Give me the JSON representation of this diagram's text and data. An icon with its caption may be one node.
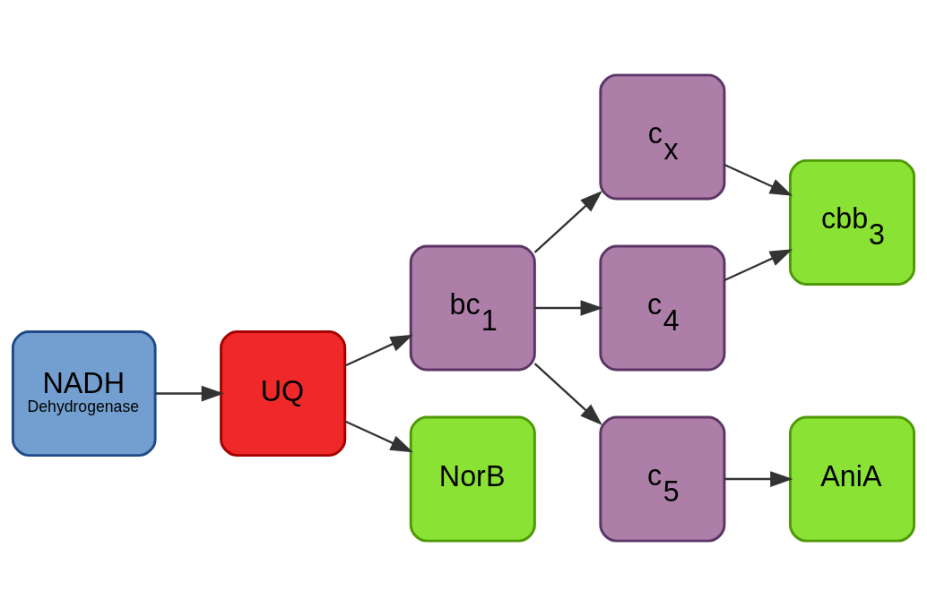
{
  "diagram": {
    "nodes": [
      {
        "text": [
          "NADH",
          "Dehydrogenase"
        ]
      },
      {
        "text": [
          "UQ"
        ]
      },
      {
        "text": [
          "bc$_{1}$"
        ]
      },
      {
        "text": [
          "c$_{x}$"
        ]
      },
      {
        "text": [
          "c$_{4}$"
        ]
      },
      {
        "text": [
          "c$_{5}$"
        ]
      },
      {
        "text": [
          "cbb$_{3}$"
        ]
      },
      {
        "text": [
          "AniA"
        ]
      },
      {
        "text": [
          "NorB"
        ]
      }
    ],
    "edges": [
      {
        "from": 0,
        "to": 1,
        "arrow": "to"
      },
      {
        "from": 1,
        "to": 2,
        "arrow": "to"
      },
      {
        "from": 1,
        "to": 8,
        "arrow": "to"
      },
      {
        "from": 2,
        "to": 3,
        "arrow": "to"
      },
      {
        "from": 2,
        "to": 4,
        "arrow": "to"
      },
      {
        "from": 2,
        "to": 5,
        "arrow": "to"
      },
      {
        "from": 3,
        "to": 6,
        "arrow": "to"
      },
      {
        "from": 4,
        "to": 6,
        "arrow": "to"
      },
      {
        "from": 5,
        "to": 7,
        "arrow": "to"
      }
    ]
  }
}
